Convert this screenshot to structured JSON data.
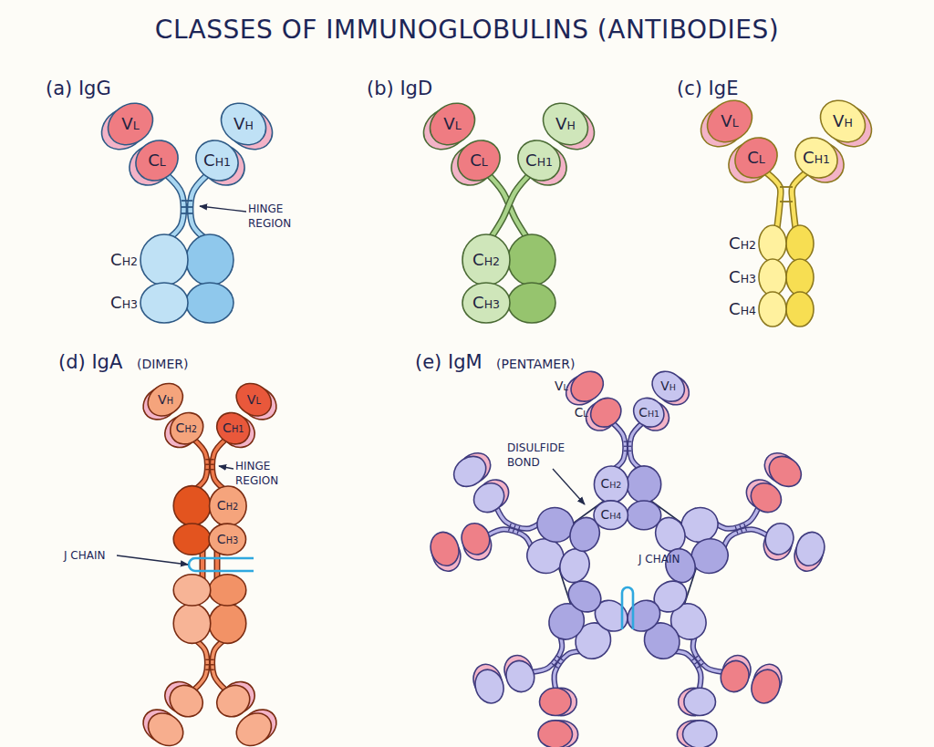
{
  "diagram": {
    "title": "CLASSES OF IMMUNOGLOBULINS (ANTIBODIES)",
    "nodes": [
      {
        "text": [
          "VL"
        ]
      },
      {
        "text": [
          "CL"
        ]
      },
      {
        "text": [
          "VH"
        ]
      },
      {
        "text": [
          "CH1"
        ]
      },
      {
        "text": [
          "CH2"
        ]
      },
      {
        "text": [
          "CH3"
        ]
      },
      {
        "text": [
          "VL"
        ]
      },
      {
        "text": [
          "CL"
        ]
      },
      {
        "text": [
          "VH"
        ]
      },
      {
        "text": [
          "CH1"
        ]
      },
      {
        "text": [
          "CH2"
        ]
      },
      {
        "text": [
          "CH3"
        ]
      },
      {
        "text": [
          "VL"
        ]
      },
      {
        "text": [
          "CL"
        ]
      },
      {
        "text": [
          "VH"
        ]
      },
      {
        "text": [
          "CH1"
        ]
      },
      {
        "text": [
          "CH2"
        ]
      },
      {
        "text": [
          "CH3"
        ]
      },
      {
        "text": [
          "CH4"
        ]
      },
      {
        "text": [
          "VH"
        ]
      },
      {
        "text": [
          "CH2"
        ]
      },
      {
        "text": [
          "VL"
        ]
      },
      {
        "text": [
          "CH1"
        ]
      },
      {
        "text": [
          "CH2"
        ]
      },
      {
        "text": [
          "CH3"
        ]
      },
      {
        "text": [
          "VL"
        ]
      },
      {
        "text": [
          "CL"
        ]
      },
      {
        "text": [
          "VH"
        ]
      },
      {
        "text": [
          "CH1"
        ]
      },
      {
        "text": [
          "CH2"
        ]
      },
      {
        "text": [
          "CH4"
        ]
      }
    ],
    "labels": [
      "(a) IgG",
      "(b) IgD",
      "(c) IgE",
      "(d) IgA",
      "(DIMER)",
      "(e) IgM",
      "(PENTAMER)",
      "HINGE REGION",
      "HINGE REGION",
      "J CHAIN",
      "DISULFIDE BOND",
      "J CHAIN"
    ]
  }
}
